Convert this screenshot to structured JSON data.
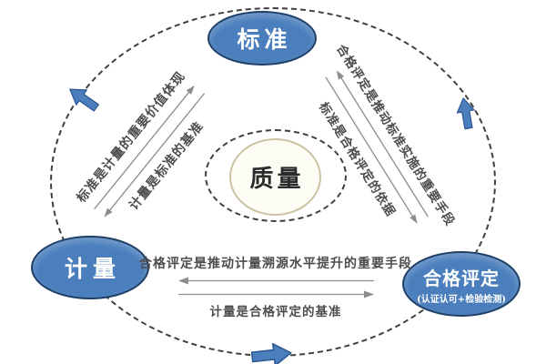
{
  "diagram": {
    "center": {
      "label": "质量"
    },
    "nodes": {
      "standard": {
        "label": "标准"
      },
      "metrology": {
        "label": "计量"
      },
      "conformity": {
        "label": "合格评定",
        "sublabel": "(认证认可+检验检测)"
      }
    },
    "relations": {
      "standard_metrology": {
        "text1": "标准是计量的重要价值体现",
        "text2": "计量是标准的基准"
      },
      "standard_conformity": {
        "text1": "合格评定是推动标准实施的重要手段",
        "text2": "标准是合格评定的依据"
      },
      "metrology_conformity": {
        "text1": "合格评定是推动计量溯源水平提升的重要手段",
        "text2": "计量是合格评定的基准"
      }
    },
    "icons": {
      "flow_arrow": "block-arrow",
      "exchange_arrow": "thin-double-arrow"
    },
    "colors": {
      "node_fill": "#4a7ebc",
      "node_border": "#1f4066",
      "node_text": "#ffffff",
      "ring_dash": "#3f3f3f",
      "center_fill": "#fdfcf5",
      "center_border": "#ccc3a2",
      "center_text": "#2b2b2b",
      "label_text": "#4d4d4d",
      "thin_arrow": "#8c8c8c",
      "flow_arrow_fill": "#4a7ebc",
      "flow_arrow_border": "#2e5893",
      "background": "#ffffff"
    }
  }
}
